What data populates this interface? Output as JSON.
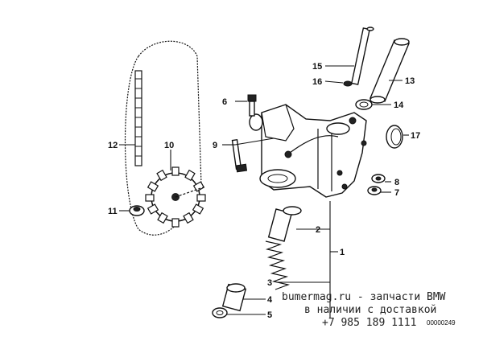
{
  "callouts": {
    "c1": "1",
    "c2": "2",
    "c3": "3",
    "c4": "4",
    "c5": "5",
    "c6": "6",
    "c7": "7",
    "c8": "8",
    "c9": "9",
    "c10": "10",
    "c11": "11",
    "c12": "12",
    "c13": "13",
    "c14": "14",
    "c15": "15",
    "c16": "16",
    "c17": "17"
  },
  "watermark": {
    "line1": "bumermag.ru - запчасти BMW",
    "line2": "в наличии с доставкой",
    "line3": "+7 985 189 1111"
  },
  "reference_number": "00000249"
}
